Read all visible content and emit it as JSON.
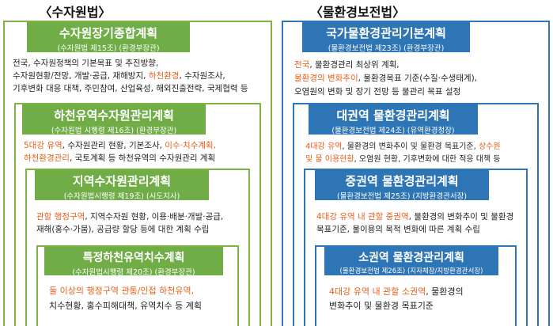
{
  "left": {
    "title": "〈수자원법〉",
    "plans": [
      {
        "name": "수자원장기종합계획",
        "basis": "(수자원법 제15조) (환경부장관)",
        "desc": [
          [
            "전국, 수자원정책의 기본목표 및 추진방향,"
          ],
          [
            "수자원현황/전망, 개발·공급, 재해방지, ",
            {
              "hl": "하천환경"
            },
            ", 수자원조사,"
          ],
          [
            "기후변화 대응 대책, 주민참여, 산업육성, 해외진출전략, 국제협력 등"
          ]
        ]
      },
      {
        "name": "하천유역수자원관리계획",
        "basis": "(수자원법 시행령 제16조) (환경부장관)",
        "desc": [
          [
            {
              "hl": "5대강 유역"
            },
            ", 수자원관리 현황, 기본조사, ",
            {
              "hl": "이수·치수계획,"
            }
          ],
          [
            {
              "hl": "하천환경관리"
            },
            ", 국토계획 등 하천유역의 수자원관리 계획"
          ]
        ]
      },
      {
        "name": "지역수자원관리계획",
        "basis": "(수자원법시행령 제19조) (시도지사)",
        "desc": [
          [
            {
              "hl": "관할 행정구역"
            },
            ", 지역수자원 현황, 이용·배분·개발·공급,"
          ],
          [
            "재해(홍수·가뭄), 공급량 할당 등에 대한 계획 수립"
          ]
        ]
      },
      {
        "name": "특정하천유역치수계획",
        "basis": "(수자원법시행령 제20조) (환경부장관)",
        "desc": [
          [
            {
              "hl": "둘 이상의 행정구역 관통/인접 하천유역,"
            }
          ],
          [
            "치수현황, 홍수피해대책, 유역치수 등 계획"
          ]
        ]
      }
    ]
  },
  "right": {
    "title": "〈물환경보전법〉",
    "plans": [
      {
        "name": "국가물환경관리기본계획",
        "basis": "(물환경보전법 제23조) (환경부장관)",
        "desc": [
          [
            {
              "hl": "전국"
            },
            ", 물환경관리 최상위 계획,"
          ],
          [
            {
              "hl": "물환경의 변화추이"
            },
            ", 물환경목표 기준(수질·수생태계),"
          ],
          [
            "오염원의 변화 및 장기 전망 등 물관리 목표 설정"
          ]
        ]
      },
      {
        "name": "대권역 물환경관리계획",
        "basis": "(물환경보전법 제24조) (유역환경청장)",
        "desc": [
          [
            {
              "hl": "4대강 유역"
            },
            ", 물환경의 변화추이 및 물환경 목표기준, ",
            {
              "hl": "상수원"
            }
          ],
          [
            {
              "hl": "및 물 이용현황"
            },
            ", 오염원 현황, 기후변화에 대한 적응 대책 등"
          ]
        ]
      },
      {
        "name": "중권역 물환경관리계획",
        "basis": "(물환경보전법 제25조) (지방환경관서장)",
        "desc": [
          [
            {
              "hl": "4대강 유역 내 관할 중권역"
            },
            ", 물환경의 변화추이 및 물환경"
          ],
          [
            "목표기준, 물이용의 목적 변화에 따른 계획 수립"
          ]
        ]
      },
      {
        "name": "소권역 물환경관리계획",
        "basis": "(물환경보전법 제26조) (지자체장/지방환경관서장)",
        "desc": [
          [
            {
              "hl": "4대강 유역 내 관할 소권역"
            },
            ", 물환경의"
          ],
          [
            "변화추이 및 물환경 목표기준"
          ]
        ]
      }
    ]
  }
}
